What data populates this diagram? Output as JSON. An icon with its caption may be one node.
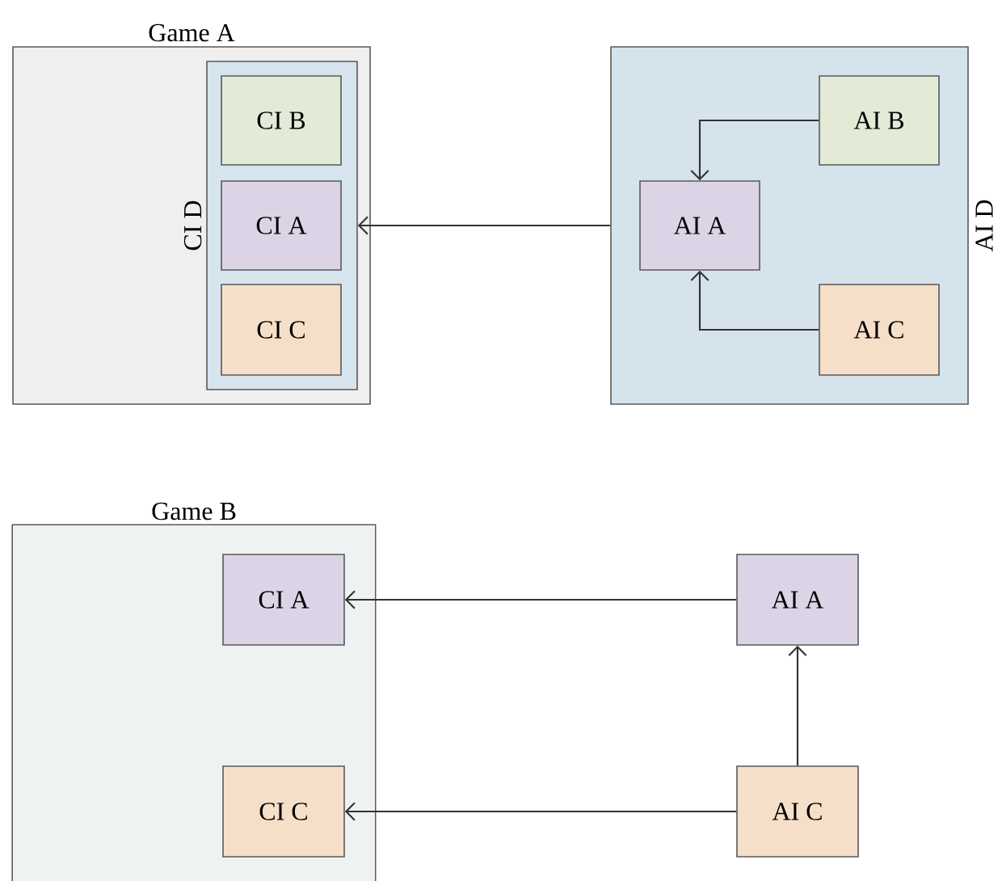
{
  "diagram": {
    "nodes": [
      {
        "text": [
          "Game A"
        ]
      },
      {
        "text": [
          "CI D"
        ],
        "in": 0
      },
      {
        "text": [
          "CI B"
        ],
        "in": 1
      },
      {
        "text": [
          "CI A"
        ],
        "in": 1
      },
      {
        "text": [
          "CI C"
        ],
        "in": 1
      },
      {
        "text": [
          "AI D"
        ]
      },
      {
        "text": [
          "AI B"
        ],
        "in": 5
      },
      {
        "text": [
          "AI A"
        ],
        "in": 5
      },
      {
        "text": [
          "AI C"
        ],
        "in": 5
      },
      {
        "text": [
          "Game B"
        ]
      },
      {
        "text": [
          "CI A"
        ],
        "in": 9
      },
      {
        "text": [
          "CI C"
        ],
        "in": 9
      },
      {
        "text": [
          "AI A"
        ]
      },
      {
        "text": [
          "AI C"
        ]
      }
    ],
    "edges": [
      {
        "from": 5,
        "to": 1,
        "arrow": "to"
      },
      {
        "from": 6,
        "to": 7,
        "arrow": "to"
      },
      {
        "from": 8,
        "to": 7,
        "arrow": "to"
      },
      {
        "from": 12,
        "to": 10,
        "arrow": "to"
      },
      {
        "from": 13,
        "to": 11,
        "arrow": "to"
      },
      {
        "from": 13,
        "to": 12,
        "arrow": "to"
      }
    ]
  }
}
